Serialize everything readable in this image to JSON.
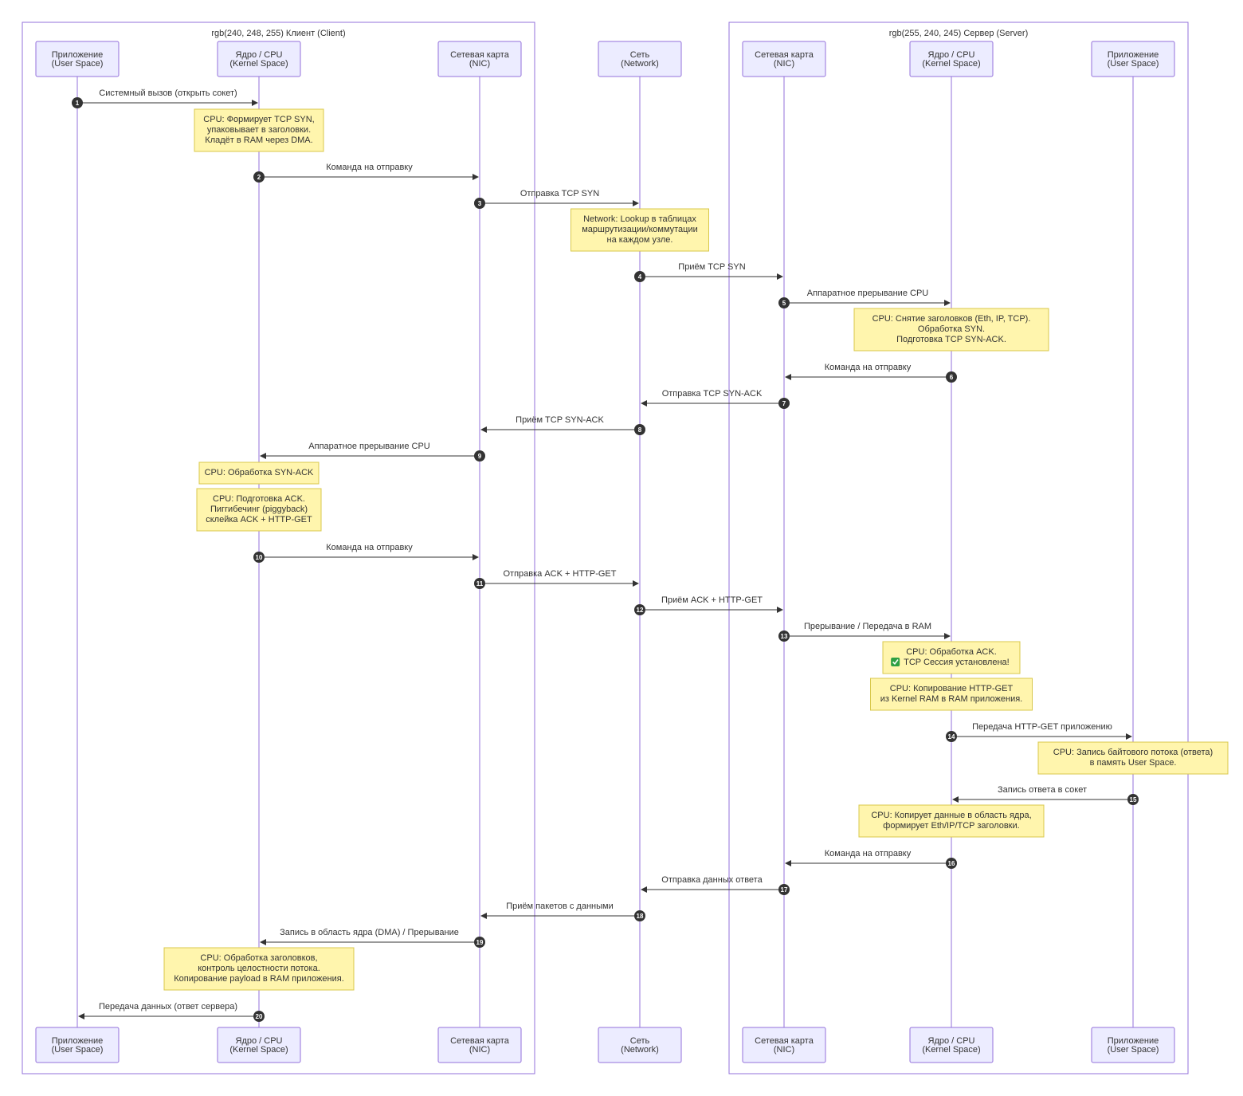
{
  "boxes": [
    {
      "id": "client",
      "label": "rgb(240, 248, 255) Клиент (Client)"
    },
    {
      "id": "server",
      "label": "rgb(255, 240, 245) Сервер (Server)"
    }
  ],
  "participants": [
    {
      "id": "c_app",
      "lines": [
        "Приложение",
        "(User Space)"
      ]
    },
    {
      "id": "c_cpu",
      "lines": [
        "Ядро / CPU",
        "(Kernel Space)"
      ]
    },
    {
      "id": "c_nic",
      "lines": [
        "Сетевая карта",
        "(NIC)"
      ]
    },
    {
      "id": "net",
      "lines": [
        "Сеть",
        "(Network)"
      ]
    },
    {
      "id": "s_nic",
      "lines": [
        "Сетевая карта",
        "(NIC)"
      ]
    },
    {
      "id": "s_cpu",
      "lines": [
        "Ядро / CPU",
        "(Kernel Space)"
      ]
    },
    {
      "id": "s_app",
      "lines": [
        "Приложение",
        "(User Space)"
      ]
    }
  ],
  "events": [
    {
      "kind": "msg",
      "n": "1",
      "from": "c_app",
      "to": "c_cpu",
      "text": "Системный вызов (открыть сокет)"
    },
    {
      "kind": "note",
      "over": "c_cpu",
      "lines": [
        "CPU: Формирует TCP SYN,",
        "упаковывает в заголовки.",
        "Кладёт в RAM через DMA."
      ]
    },
    {
      "kind": "msg",
      "n": "2",
      "from": "c_cpu",
      "to": "c_nic",
      "text": "Команда на отправку"
    },
    {
      "kind": "msg",
      "n": "3",
      "from": "c_nic",
      "to": "net",
      "text": "Отправка TCP SYN"
    },
    {
      "kind": "note",
      "over": "net",
      "lines": [
        "Network: Lookup в таблицах",
        "маршрутизации/коммутации",
        "на каждом узле."
      ]
    },
    {
      "kind": "msg",
      "n": "4",
      "from": "net",
      "to": "s_nic",
      "text": "Приём TCP SYN"
    },
    {
      "kind": "msg",
      "n": "5",
      "from": "s_nic",
      "to": "s_cpu",
      "text": "Аппаратное прерывание CPU"
    },
    {
      "kind": "note",
      "over": "s_cpu",
      "lines": [
        "CPU: Снятие заголовков (Eth, IP, TCP).",
        "Обработка SYN.",
        "Подготовка TCP SYN-ACK."
      ]
    },
    {
      "kind": "msg",
      "n": "6",
      "from": "s_cpu",
      "to": "s_nic",
      "text": "Команда на отправку"
    },
    {
      "kind": "msg",
      "n": "7",
      "from": "s_nic",
      "to": "net",
      "text": "Отправка TCP SYN-ACK"
    },
    {
      "kind": "msg",
      "n": "8",
      "from": "net",
      "to": "c_nic",
      "text": "Приём TCP SYN-ACK"
    },
    {
      "kind": "msg",
      "n": "9",
      "from": "c_nic",
      "to": "c_cpu",
      "text": "Аппаратное прерывание CPU"
    },
    {
      "kind": "note",
      "over": "c_cpu",
      "lines": [
        "CPU: Обработка SYN-ACK"
      ]
    },
    {
      "kind": "note",
      "over": "c_cpu",
      "lines": [
        "CPU: Подготовка ACK.",
        "Пиггибечинг (piggyback)",
        "склейка ACK + HTTP-GET"
      ]
    },
    {
      "kind": "msg",
      "n": "10",
      "from": "c_cpu",
      "to": "c_nic",
      "text": "Команда на отправку"
    },
    {
      "kind": "msg",
      "n": "11",
      "from": "c_nic",
      "to": "net",
      "text": "Отправка ACK + HTTP-GET"
    },
    {
      "kind": "msg",
      "n": "12",
      "from": "net",
      "to": "s_nic",
      "text": "Приём ACK + HTTP-GET"
    },
    {
      "kind": "msg",
      "n": "13",
      "from": "s_nic",
      "to": "s_cpu",
      "text": "Прерывание / Передача в RAM"
    },
    {
      "kind": "note",
      "over": "s_cpu",
      "lines": [
        "CPU: Обработка ACK.",
        "TCP Сессия установлена!"
      ],
      "check_line": 1
    },
    {
      "kind": "note",
      "over": "s_cpu",
      "lines": [
        "CPU: Копирование HTTP-GET",
        "из Kernel RAM в RAM приложения."
      ]
    },
    {
      "kind": "msg",
      "n": "14",
      "from": "s_cpu",
      "to": "s_app",
      "text": "Передача HTTP-GET приложению"
    },
    {
      "kind": "note",
      "over": "s_app",
      "lines": [
        "CPU: Запись байтового потока (ответа)",
        "в память User Space."
      ]
    },
    {
      "kind": "msg",
      "n": "15",
      "from": "s_app",
      "to": "s_cpu",
      "text": "Запись ответа в сокет"
    },
    {
      "kind": "note",
      "over": "s_cpu",
      "lines": [
        "CPU: Копирует данные в область ядра,",
        "формирует Eth/IP/TCP заголовки."
      ]
    },
    {
      "kind": "msg",
      "n": "16",
      "from": "s_cpu",
      "to": "s_nic",
      "text": "Команда на отправку"
    },
    {
      "kind": "msg",
      "n": "17",
      "from": "s_nic",
      "to": "net",
      "text": "Отправка данных ответа"
    },
    {
      "kind": "msg",
      "n": "18",
      "from": "net",
      "to": "c_nic",
      "text": "Приём пакетов с данными"
    },
    {
      "kind": "msg",
      "n": "19",
      "from": "c_nic",
      "to": "c_cpu",
      "text": "Запись в область ядра (DMA) / Прерывание"
    },
    {
      "kind": "note",
      "over": "c_cpu",
      "lines": [
        "CPU: Обработка заголовков,",
        "контроль целостности потока.",
        "Копирование payload в RAM приложения."
      ]
    },
    {
      "kind": "msg",
      "n": "20",
      "from": "c_cpu",
      "to": "c_app",
      "text": "Передача данных (ответ сервера)"
    }
  ],
  "colors": {
    "actor_fill": "#ECECFF",
    "actor_stroke": "#9370DB",
    "note_fill": "#FFF5AD",
    "note_stroke": "#D8C84C",
    "arrow": "#333333",
    "check": "#2EA043"
  }
}
